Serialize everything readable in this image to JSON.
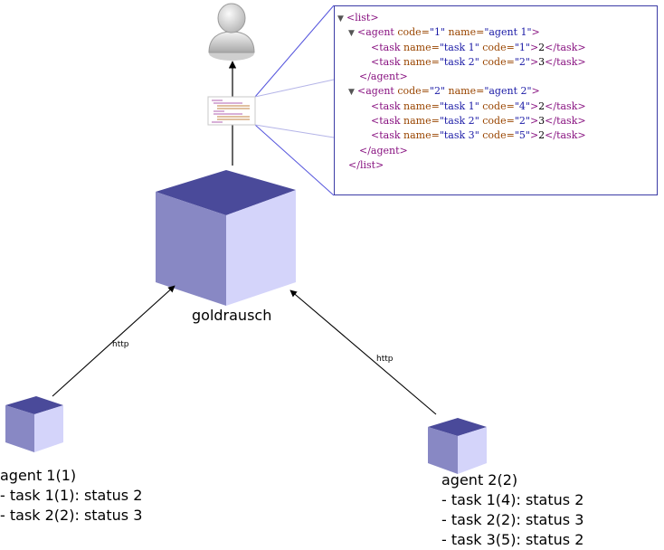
{
  "server": {
    "label": "goldrausch"
  },
  "edges": {
    "left_label": "http",
    "right_label": "http"
  },
  "agents": [
    {
      "title": "agent 1(1)",
      "tasks": [
        "- task 1(1): status 2",
        "- task 2(2): status 3"
      ]
    },
    {
      "title": "agent 2(2)",
      "tasks": [
        "- task 1(4): status 2",
        "- task 2(2): status 3",
        "- task 3(5): status 2"
      ]
    }
  ],
  "xml": {
    "list_tag": "list",
    "agents": [
      {
        "code": "1",
        "name": "agent 1",
        "tasks": [
          {
            "name": "task 1",
            "code": "1",
            "value": "2"
          },
          {
            "name": "task 2",
            "code": "2",
            "value": "3"
          }
        ]
      },
      {
        "code": "2",
        "name": "agent 2",
        "tasks": [
          {
            "name": "task 1",
            "code": "4",
            "value": "2"
          },
          {
            "name": "task 2",
            "code": "2",
            "value": "3"
          },
          {
            "name": "task 3",
            "code": "5",
            "value": "2"
          }
        ]
      }
    ]
  },
  "colors": {
    "cube_top": "#4a4a9a",
    "cube_left": "#8888c4",
    "cube_right": "#d4d4fa",
    "zoom_lines": "#5555dd",
    "xml_border": "#3b3ba6"
  },
  "icons": {
    "user": "user-icon",
    "server": "server-cube-icon",
    "agent": "agent-cube-icon",
    "thumbnail": "xml-thumbnail-icon"
  }
}
